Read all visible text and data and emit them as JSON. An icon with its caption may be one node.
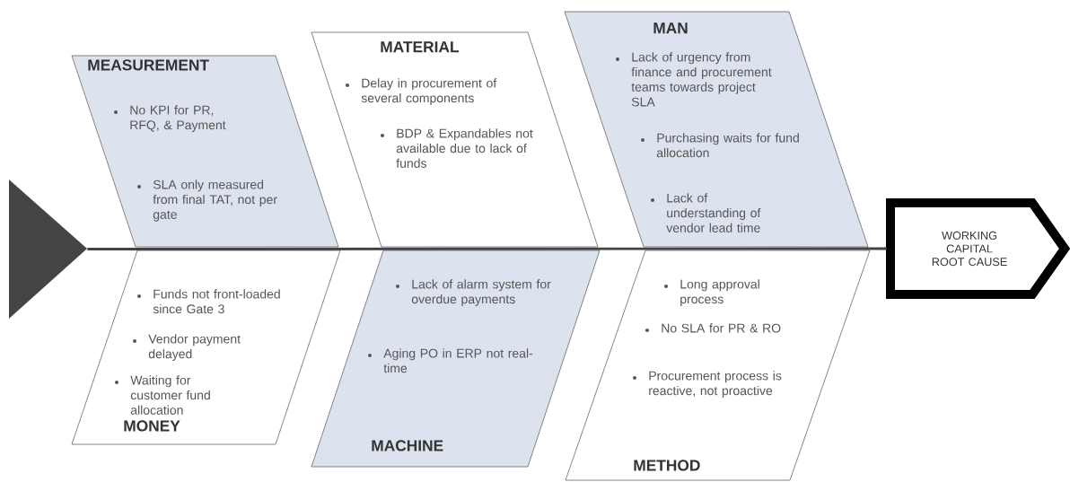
{
  "diagram": {
    "nodes": [
      {
        "text": [],
        "shape": "triangle"
      },
      {
        "text": [
          "MEASUREMENT",
          "No KPI for PR, RFQ, & Payment",
          "SLA only measured from final TAT, not per gate"
        ]
      },
      {
        "text": [
          "MATERIAL",
          "Delay in procurement of several components",
          "BDP & Expandables not available due to lack of funds"
        ]
      },
      {
        "text": [
          "MAN",
          "Lack of urgency from finance and procurement teams towards project SLA",
          "Purchasing waits for fund allocation",
          "Lack of understanding of vendor lead time"
        ]
      },
      {
        "text": [
          "WORKING CAPITAL ROOT CAUSE"
        ]
      },
      {
        "text": [
          "Funds not front-loaded since Gate 3",
          "Vendor payment delayed",
          "Waiting for customer fund allocation",
          "MONEY"
        ]
      },
      {
        "text": [
          "Lack of alarm system for overdue payments",
          "Aging PO in ERP not real-time",
          "MACHINE"
        ]
      },
      {
        "text": [
          "Long approval process",
          "No SLA for PR & RO",
          "Procurement process is reactive, not proactive",
          "METHOD"
        ]
      }
    ],
    "edges": [
      {
        "from": 0,
        "to": 4,
        "arrow": "none"
      }
    ]
  }
}
